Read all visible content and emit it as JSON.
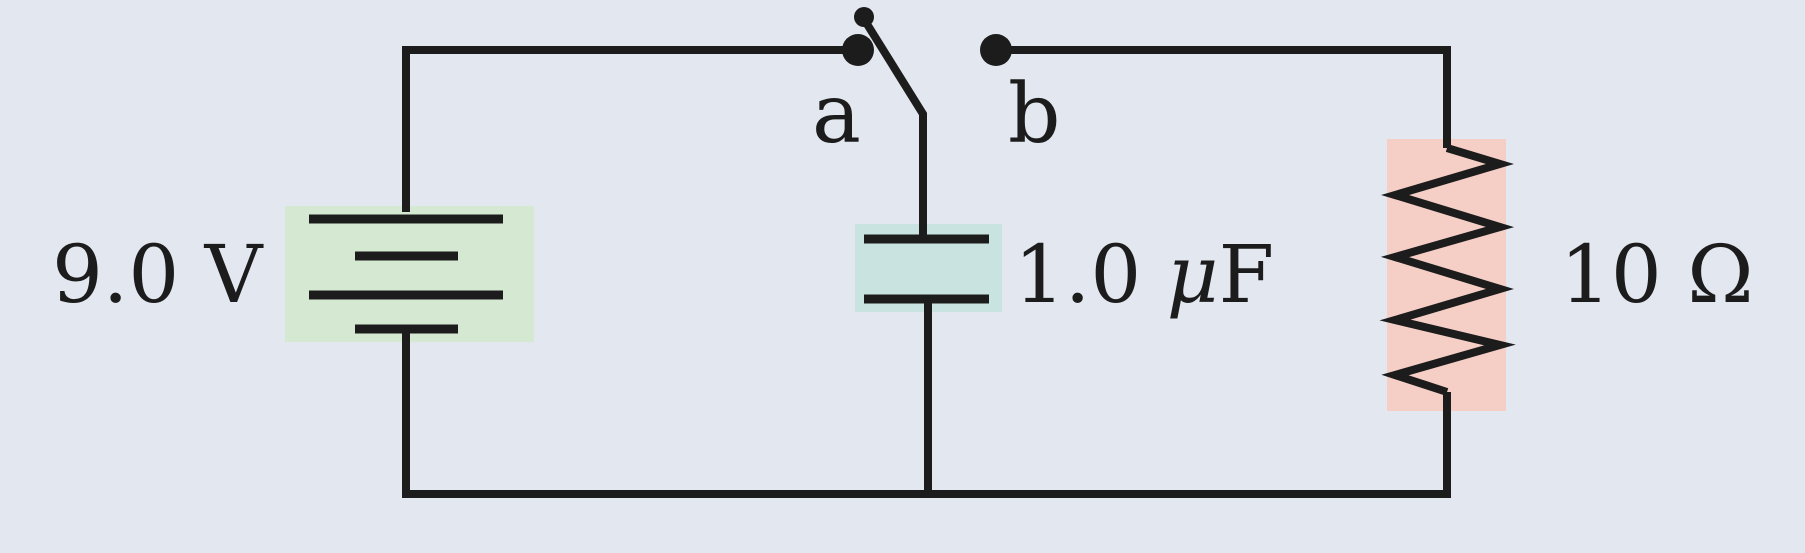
{
  "diagram": {
    "battery_label": "9.0 V",
    "capacitor_label_value": "1.0 ",
    "capacitor_label_mu": "μ",
    "capacitor_label_unit": "F",
    "resistor_label": "10 Ω",
    "terminal_a_label": "a",
    "terminal_b_label": "b"
  },
  "colors": {
    "background": "#e2e7f0",
    "wire": "#1c1c1c",
    "battery_highlight": "#d4e8d2",
    "capacitor_highlight": "#c9e4e0",
    "resistor_highlight": "#f5cfc6"
  },
  "components": {
    "battery": "battery-icon",
    "capacitor": "capacitor-icon",
    "resistor": "resistor-icon",
    "switch": "switch-icon"
  }
}
